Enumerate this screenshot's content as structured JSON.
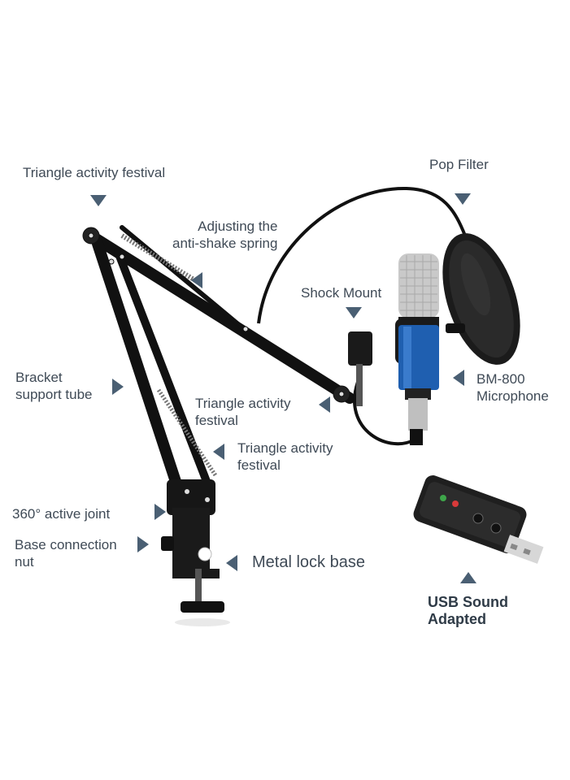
{
  "labels": {
    "triangle_top": "Triangle activity festival",
    "pop_filter": "Pop Filter",
    "spring_line1": "Adjusting the",
    "spring_line2": "anti-shake spring",
    "shock_mount": "Shock Mount",
    "bracket_line1": "Bracket",
    "bracket_line2": "support tube",
    "mic_line1": "BM-800",
    "mic_line2": "Microphone",
    "triangle_mid_line1": "Triangle activity",
    "triangle_mid_line2": "festival",
    "triangle_low_line1": "Triangle activity",
    "triangle_low_line2": "festival",
    "joint": "360° active joint",
    "nut_line1": "Base connection",
    "nut_line2": "nut",
    "lock_base": "Metal lock base",
    "usb_line1": "USB Sound",
    "usb_line2": "Adapted"
  },
  "colors": {
    "label_text": "#3f4a56",
    "arrow": "#4a5f73",
    "mic_body": "#1f5fb0",
    "grille": "#c9c9c9",
    "arm": "#151515"
  }
}
